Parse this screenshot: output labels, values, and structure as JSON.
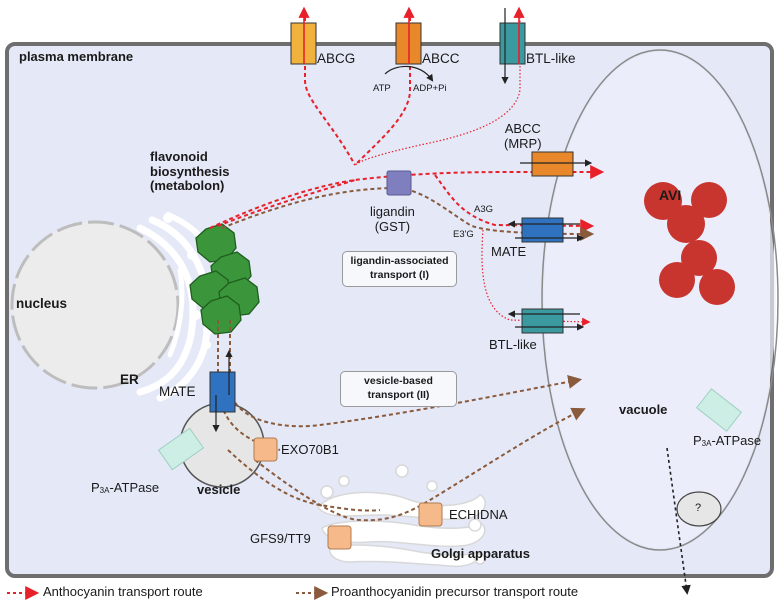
{
  "title": "Flavonoid (anthocyanin / proanthocyanidin) transport routes in a plant cell",
  "compartments": {
    "plasma_membrane": "plasma membrane",
    "nucleus": "nucleus",
    "er": "ER",
    "vacuole": "vacuole",
    "vesicle": "vesicle",
    "golgi": "Golgi apparatus",
    "metabolon": [
      "flavonoid",
      "biosynthesis",
      "(metabolon)"
    ],
    "avi": "AVI",
    "unknown": "?"
  },
  "transporters": {
    "abcg": "ABCG",
    "abcc_pm": "ABCC",
    "btl_pm": "BTL-like",
    "atp": "ATP",
    "adp": "ADP+Pi",
    "abcc_mrp": [
      "ABCC",
      "(MRP)"
    ],
    "ligandin": [
      "ligandin",
      "(GST)"
    ],
    "a3g": "A3G",
    "e3g": "E3'G",
    "mate_tonoplast": "MATE",
    "btl_tonoplast": "BTL-like",
    "mate_vesicle": "MATE",
    "exo70b1": "EXO70B1",
    "p3a_left": {
      "prefix": "P",
      "sub": "3A",
      "suffix": "-ATPase"
    },
    "p3a_right": {
      "prefix": "P",
      "sub": "3A",
      "suffix": "-ATPase"
    },
    "gfs9": "GFS9/TT9",
    "echidna": "ECHIDNA"
  },
  "route_boxes": {
    "ligandin_route": [
      "ligandin-associated",
      "transport (I)"
    ],
    "vesicle_route": [
      "vesicle-based",
      "transport (II)"
    ]
  },
  "legend": {
    "anthocyanin": "Anthocyanin transport route",
    "proanthocyanidin": "Proanthocyanidin precursor transport route"
  },
  "colors": {
    "anthocyanin_route": "#e8202a",
    "proanthocyanidin_route": "#8a5a3c",
    "cell_bg": "#e4e8f7",
    "cell_border": "#6e6e6e",
    "abcg": "#f0b23c",
    "abcc": "#e8882a",
    "btl": "#3a9aa0",
    "mate": "#2f73c0",
    "gst": "#7f7fbf",
    "metabolon": "#3b963b",
    "avi": "#c8342e",
    "p3a": "#cdeee4",
    "golgi_protein": "#f5b98a"
  }
}
